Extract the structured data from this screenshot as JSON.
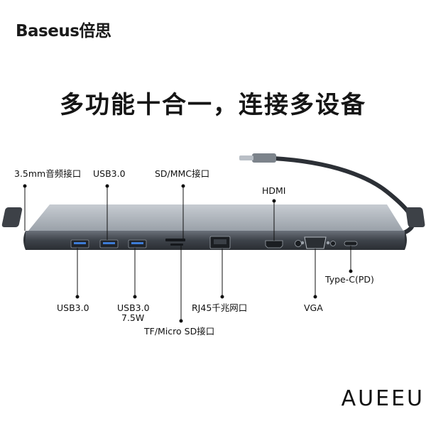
{
  "brand": {
    "name": "Baseus倍思"
  },
  "headline": "多功能十合一，连接多设备",
  "labels": {
    "audio": "3.5mm音频接口",
    "usb_top": "USB3.0",
    "sd_mmc": "SD/MMC接口",
    "hdmi": "HDMI",
    "usb_left": "USB3.0",
    "usb_mid_line1": "USB3.0",
    "usb_mid_line2": "7.5W",
    "tf_micro_sd": "TF/Micro SD接口",
    "rj45": "RJ45千兆网口",
    "vga": "VGA",
    "type_c": "Type-C(PD)"
  },
  "watermark": "AUEEU"
}
